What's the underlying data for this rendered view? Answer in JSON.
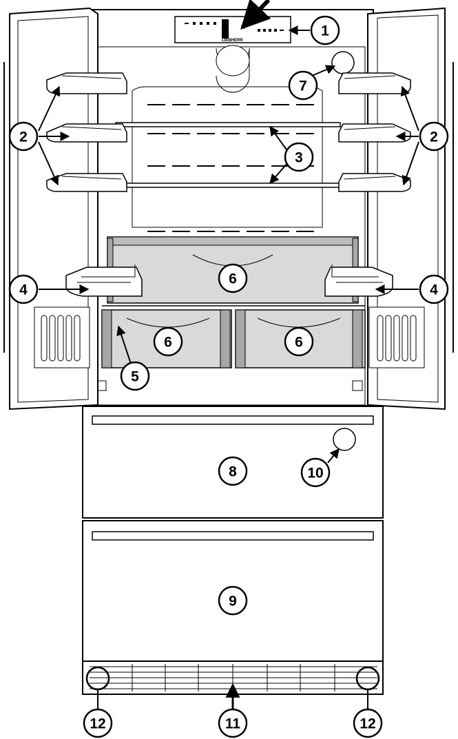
{
  "brand": "LIEBHERR",
  "callouts": {
    "c1": "1",
    "c2_left": "2",
    "c2_right": "2",
    "c3": "3",
    "c4_left": "4",
    "c4_right": "4",
    "c5": "5",
    "c6_top": "6",
    "c6_left": "6",
    "c6_right": "6",
    "c7": "7",
    "c8": "8",
    "c9": "9",
    "c10": "10",
    "c11": "11",
    "c12_left": "12",
    "c12_right": "12"
  }
}
